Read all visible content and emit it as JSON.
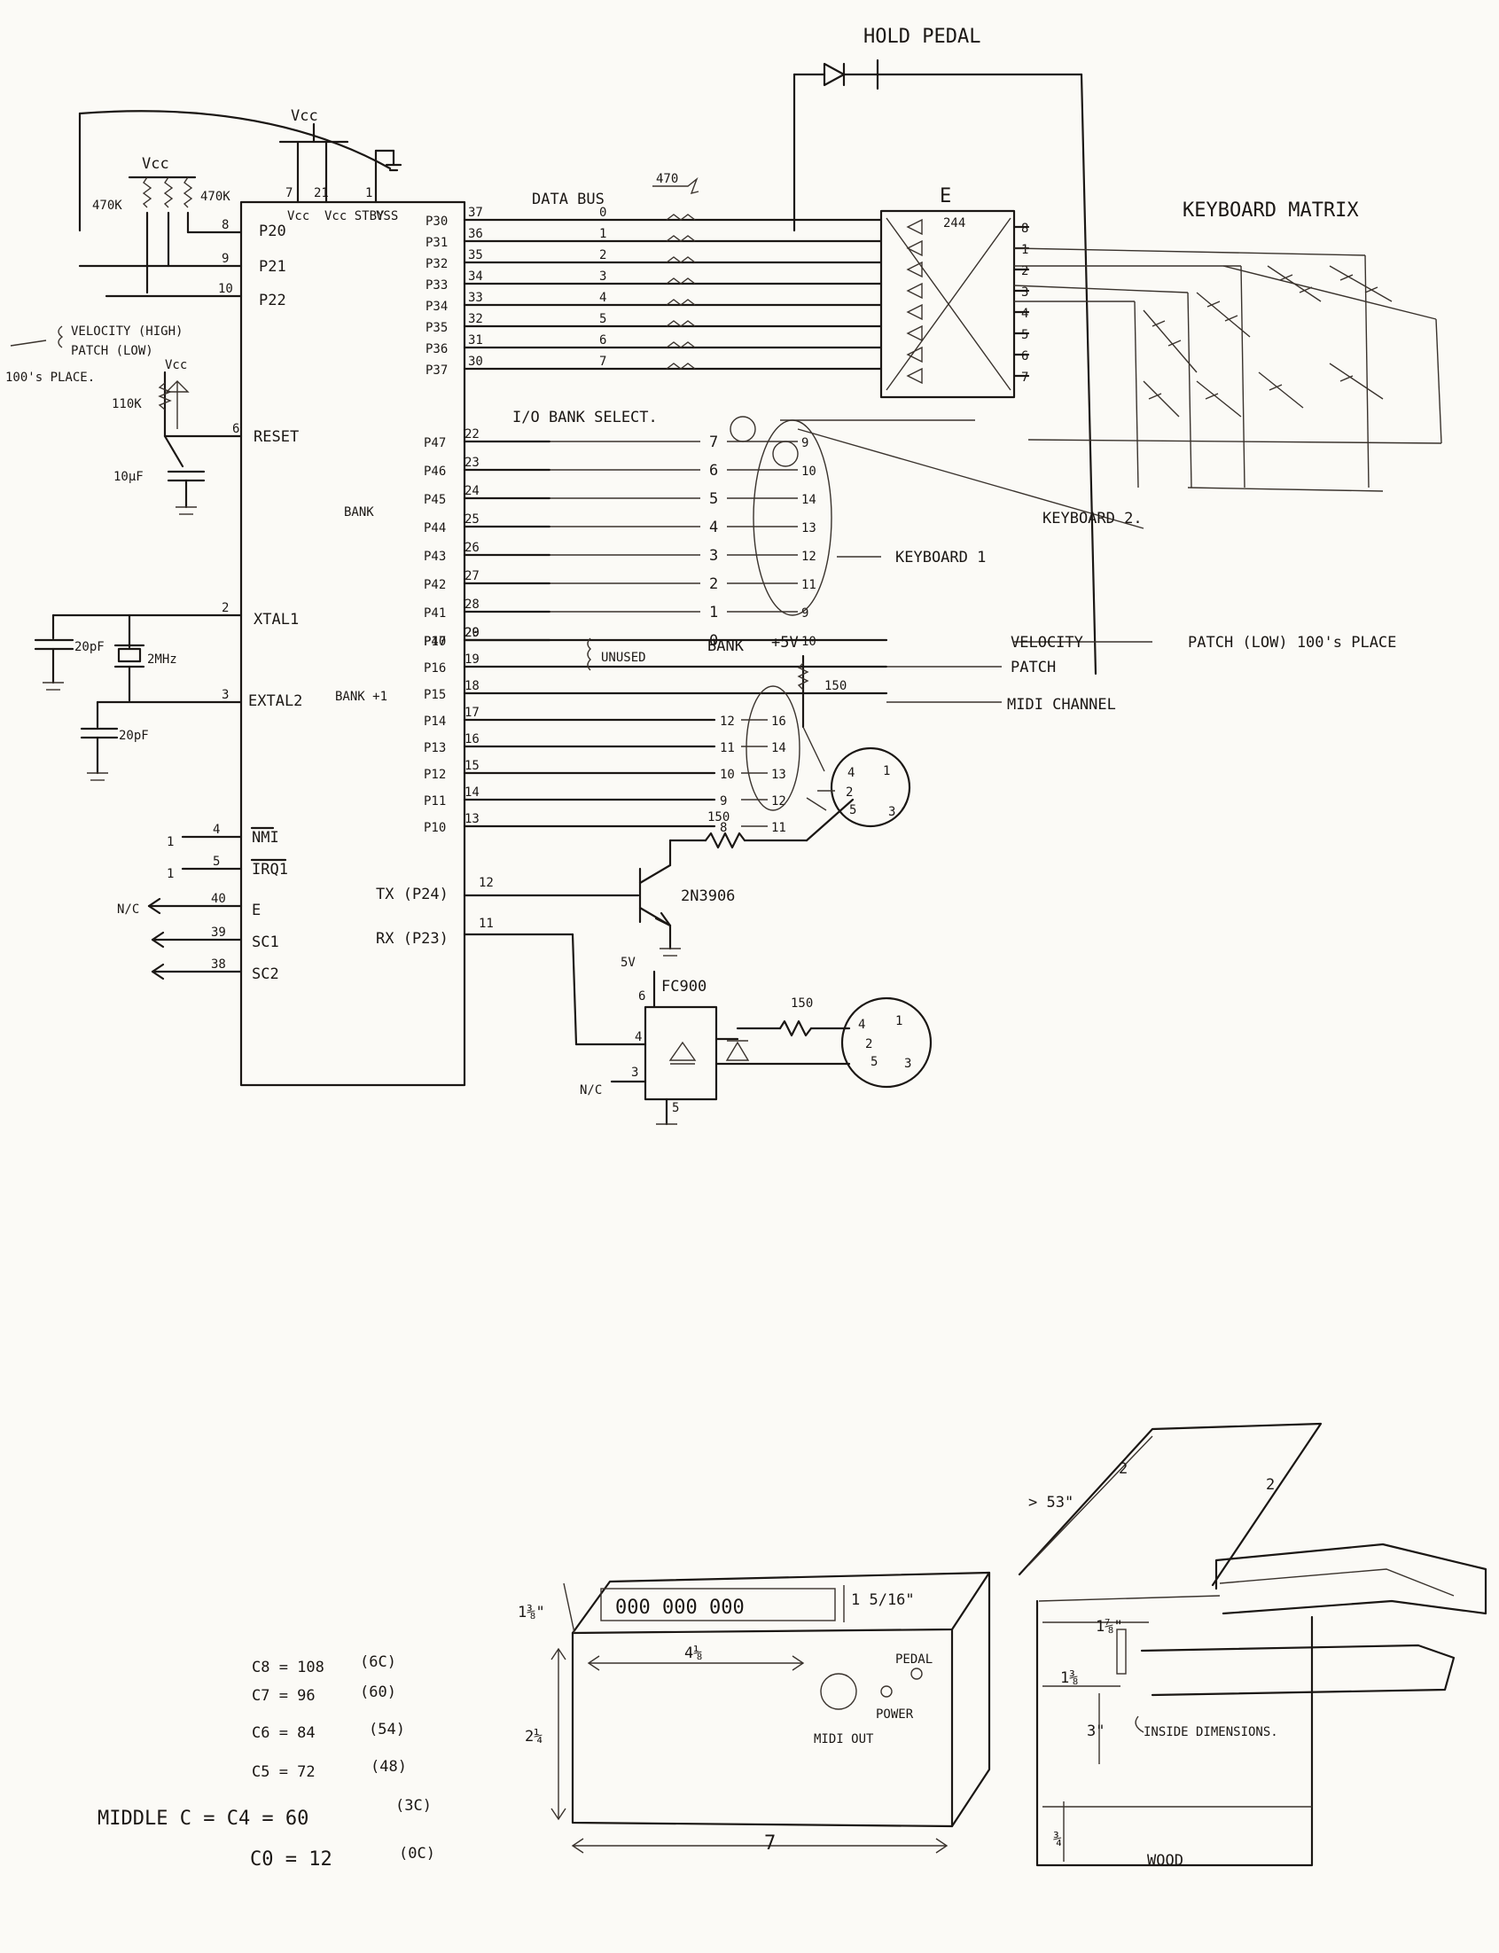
{
  "schematic": {
    "hold_pedal": "HOLD PEDAL",
    "keyboard_matrix": "KEYBOARD MATRIX",
    "vcc_label": "Vcc",
    "resistor_470k_left": "470K",
    "resistor_470k_right": "470K",
    "pin_vcc": "Vcc",
    "pin_vcc_stby": "Vcc STBY",
    "pin_vss": "VSS",
    "pin_nums_top": [
      "7",
      "21",
      "1"
    ],
    "port2_left": [
      {
        "num": "8",
        "name": "P20"
      },
      {
        "num": "9",
        "name": "P21"
      },
      {
        "num": "10",
        "name": "P22"
      }
    ],
    "velocity_note_1": "VELOCITY (HIGH)",
    "velocity_note_2": "PATCH (LOW)",
    "velocity_note_3": "100's PLACE.",
    "resistor_110k": "110K",
    "reset_pin": {
      "num": "6",
      "name": "RESET"
    },
    "cap_10uf": "10µF",
    "xtal1": {
      "num": "2",
      "name": "XTAL1"
    },
    "xtal2": {
      "num": "3",
      "name": "EXTAL2"
    },
    "cap_20pf_a": "20pF",
    "cap_20pf_b": "20pF",
    "crystal": "2MHz",
    "nmi": {
      "num": "4",
      "name": "NMI",
      "tie": "1"
    },
    "irq": {
      "num": "5",
      "name": "IRQ1",
      "tie": "1"
    },
    "e_pin": {
      "num": "40",
      "name": "E",
      "nc": "N/C"
    },
    "sc1": {
      "num": "39",
      "name": "SC1"
    },
    "sc2": {
      "num": "38",
      "name": "SC2"
    },
    "bank_label": "BANK",
    "bank1_label": "BANK +1",
    "data_bus": "DATA BUS",
    "data_470": "470",
    "port3": [
      {
        "name": "P30",
        "pin": "37",
        "bit": "0"
      },
      {
        "name": "P31",
        "pin": "36",
        "bit": "1"
      },
      {
        "name": "P32",
        "pin": "35",
        "bit": "2"
      },
      {
        "name": "P33",
        "pin": "34",
        "bit": "3"
      },
      {
        "name": "P34",
        "pin": "33",
        "bit": "4"
      },
      {
        "name": "P35",
        "pin": "32",
        "bit": "5"
      },
      {
        "name": "P36",
        "pin": "31",
        "bit": "6"
      },
      {
        "name": "P37",
        "pin": "30",
        "bit": "7"
      }
    ],
    "buffer_label": "E",
    "buffer_chip": "244",
    "buffer_out": [
      "8",
      "1",
      "2",
      "3",
      "4",
      "5",
      "6",
      "7"
    ],
    "io_bank_select": "I/O BANK SELECT.",
    "port4": [
      {
        "name": "P47",
        "pin": "22",
        "bit": "7",
        "conn": "9"
      },
      {
        "name": "P46",
        "pin": "23",
        "bit": "6",
        "conn": "10"
      },
      {
        "name": "P45",
        "pin": "24",
        "bit": "5",
        "conn": "14"
      },
      {
        "name": "P44",
        "pin": "25",
        "bit": "4",
        "conn": "13"
      },
      {
        "name": "P43",
        "pin": "26",
        "bit": "3",
        "conn": "12"
      },
      {
        "name": "P42",
        "pin": "27",
        "bit": "2",
        "conn": "11"
      },
      {
        "name": "P41",
        "pin": "28",
        "bit": "1",
        "conn": "9"
      },
      {
        "name": "P40",
        "pin": "29",
        "bit": "0",
        "conn": "10"
      }
    ],
    "keyboard1": "KEYBOARD 1",
    "keyboard2": "KEYBOARD 2.",
    "port1": [
      {
        "name": "P17",
        "pin": "20"
      },
      {
        "name": "P16",
        "pin": "19"
      },
      {
        "name": "P15",
        "pin": "18"
      },
      {
        "name": "P14",
        "pin": "17",
        "a": "12",
        "b": "16"
      },
      {
        "name": "P13",
        "pin": "16",
        "a": "11",
        "b": "14"
      },
      {
        "name": "P12",
        "pin": "15",
        "a": "10",
        "b": "13"
      },
      {
        "name": "P11",
        "pin": "14",
        "a": "9",
        "b": "12"
      },
      {
        "name": "P10",
        "pin": "13",
        "a": "8",
        "b": "11"
      }
    ],
    "unused": "UNUSED",
    "bank_bottom": "BANK",
    "plus5v": "+5V",
    "r150_a": "150",
    "velocity_right": "VELOCITY",
    "patch_low_100": "PATCH (LOW) 100's PLACE",
    "patch_right": "PATCH",
    "midi_channel": "MIDI CHANNEL",
    "din_pins_top": [
      "4",
      "1",
      "2",
      "5",
      "3"
    ],
    "r150_b": "150",
    "tx": {
      "name": "TX (P24)",
      "num": "12"
    },
    "rx": {
      "name": "RX (P23)",
      "num": "11"
    },
    "transistor": "2N3906",
    "five_v": "5V",
    "opto": "FC900",
    "opto_pins": [
      "6",
      "4",
      "3",
      "5"
    ],
    "opto_nc": "N/C",
    "r150_c": "150",
    "din_pins_bottom": [
      "4",
      "1",
      "2",
      "5",
      "3"
    ]
  },
  "notes": {
    "c8": "C8 = 108",
    "c8_hex": "(6C)",
    "c7": "C7 = 96",
    "c7_hex": "(60)",
    "c6": "C6 = 84",
    "c6_hex": "(54)",
    "c5": "C5 = 72",
    "c5_hex": "(48)",
    "middle_c": "MIDDLE C  =  C4 = 60",
    "middle_c_hex": "(3C)",
    "c0": "C0 = 12",
    "c0_hex": "(0C)"
  },
  "enclosure": {
    "display_digits": "000 000 000",
    "dim_top_height": "1⅜\"",
    "dim_display": "1 5/16\"",
    "dim_width_inner": "4⅛",
    "dim_height": "2¼",
    "dim_width": "7",
    "midi_out": "MIDI OUT",
    "power": "POWER",
    "pedal": "PEDAL"
  },
  "cabinet": {
    "dim_depth": "> 53\"",
    "dim_side_a": "2",
    "dim_side_b": "2",
    "dim_1_7_8": "1⅞\"",
    "dim_1_3_8": "1⅜",
    "dim_3": "3\"",
    "inside_dimensions": "INSIDE DIMENSIONS.",
    "dim_3_4": "¾",
    "wood": "WOOD"
  }
}
